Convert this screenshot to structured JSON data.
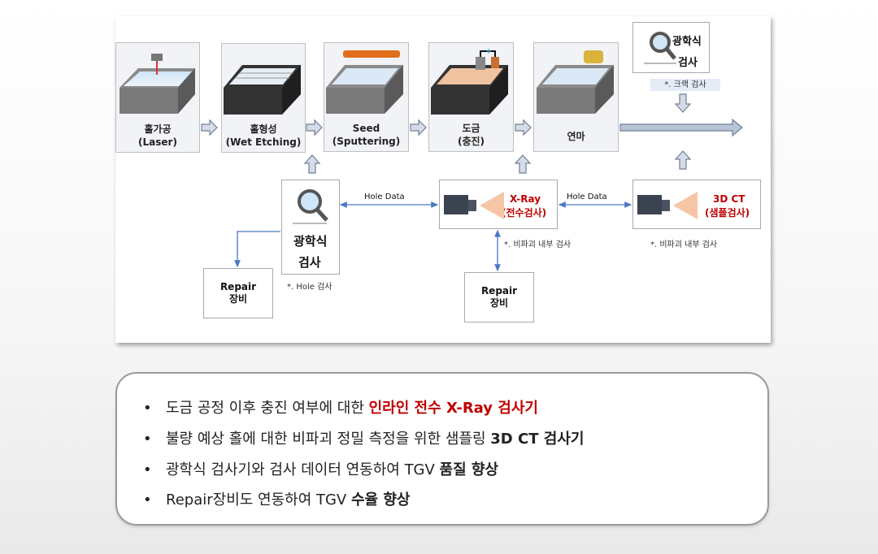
{
  "stages": [
    {
      "line1": "홀가공",
      "line2": "(Laser)"
    },
    {
      "line1": "홀형성",
      "line2": "(Wet Etching)"
    },
    {
      "line1": "Seed",
      "line2": "(Sputtering)"
    },
    {
      "line1": "도금",
      "line2": "(충진)"
    },
    {
      "line1": "연마",
      "line2": ""
    }
  ],
  "crack_inspect": {
    "line1": "광학식",
    "line2": "검사",
    "note": "*. 크랙 검사"
  },
  "optical": {
    "line1": "광학식",
    "line2": "검사",
    "note": "*. Hole 검사"
  },
  "xray": {
    "line1": "X-Ray",
    "line2": "(전수검사)",
    "note": "*. 비파괴 내부 검사"
  },
  "ct": {
    "line1": "3D CT",
    "line2": "(샘플검사)",
    "note": "*. 비파괴 내부 검사"
  },
  "hole_data_1": "Hole Data",
  "hole_data_2": "Hole Data",
  "repair1": {
    "line1": "Repair",
    "line2": "장비"
  },
  "repair2": {
    "line1": "Repair",
    "line2": "장비"
  },
  "bullets": [
    {
      "dot": "•",
      "pre": "도금 공정 이후 충진 여부에 대한 ",
      "em": "인라인 전수 X-Ray 검사기"
    },
    {
      "dot": "•",
      "pre": "불량 예상 홀에 대한 비파괴 정밀 측정을 위한 샘플링 ",
      "em": "3D CT 검사기"
    },
    {
      "dot": "•",
      "pre": "광학식 검사기와 검사 데이터 연동하여 TGV ",
      "em": "품질 향상"
    },
    {
      "dot": "•",
      "pre": "Repair장비도 연동하여 TGV ",
      "em": "수율 향상"
    }
  ],
  "colors": {
    "red": "#c00000",
    "arrow": "#8e9db5",
    "link": "#4a78c2"
  }
}
